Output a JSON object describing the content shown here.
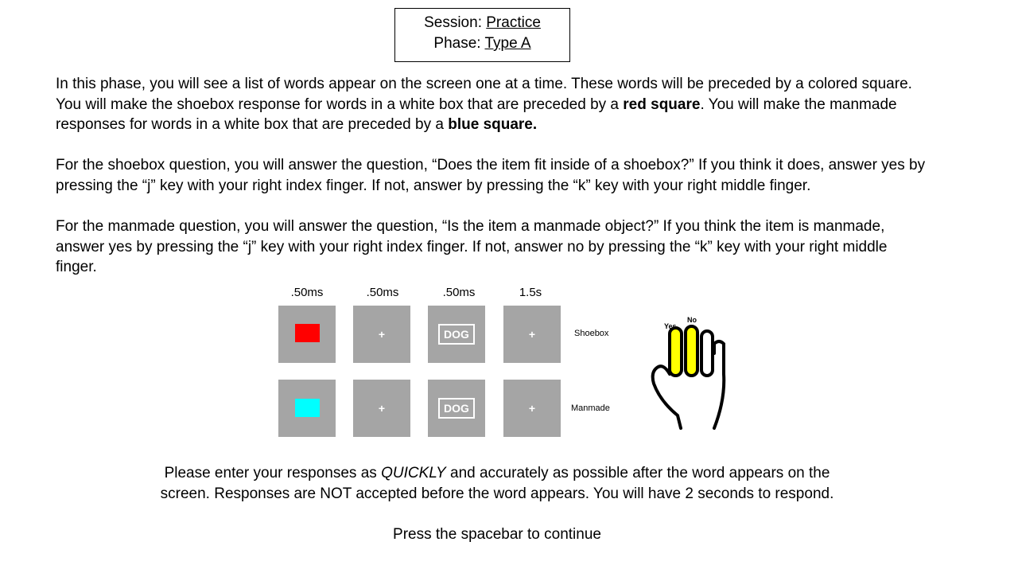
{
  "header": {
    "session_label": "Session:",
    "session_value": "Practice",
    "phase_label": "Phase:",
    "phase_value": "Type A"
  },
  "instructions": {
    "p1_a": "In this phase, you will see a list of words appear on the screen one at a time. These words will be preceded by a colored square. You will make the shoebox response for words in a white box that are preceded by a ",
    "p1_red": "red square",
    "p1_b": ". You will make the manmade responses for words in a white box that are preceded by a ",
    "p1_blue": "blue square.",
    "p2": "For the shoebox question, you will answer the question, “Does the item fit inside of a shoebox?” If you think it does, answer yes by pressing the “j” key with your right index finger. If not, answer by pressing the “k” key with your right middle finger.",
    "p3": "For the manmade question, you will answer the question, “Is the item a manmade object?” If you think the item is manmade, answer yes by pressing the “j” key with your right index finger. If not, answer no by pressing the “k” key with your right middle finger."
  },
  "trial_diagram": {
    "timings": [
      ".50ms",
      ".50ms",
      ".50ms",
      "1.5s"
    ],
    "fixation": "+",
    "word": "DOG",
    "rows": [
      {
        "label": "Shoebox",
        "cue_color": "#ff0000"
      },
      {
        "label": "Manmade",
        "cue_color": "#00ffff"
      }
    ]
  },
  "hand": {
    "yes_label": "Yes",
    "no_label": "No",
    "finger_highlight_color": "#ffff00"
  },
  "footer": {
    "b1_a": "Please enter your responses as ",
    "b1_quick": "QUICKLY",
    "b1_b": " and accurately as possible after the word appears on the screen. Responses are NOT accepted before the word appears. You will have 2 seconds to respond.",
    "continue": "Press the spacebar to continue"
  }
}
